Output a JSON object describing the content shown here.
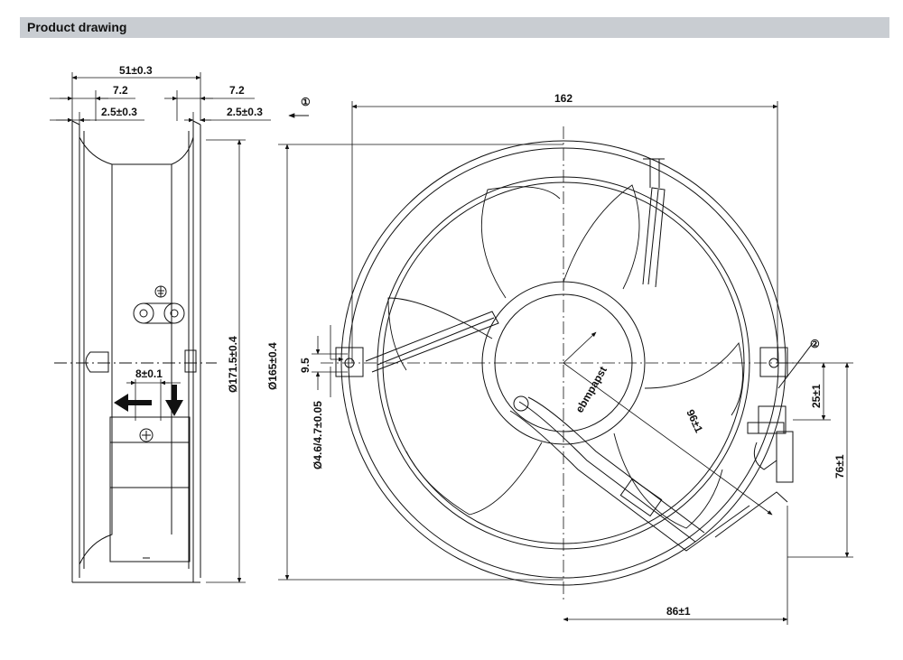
{
  "header": {
    "title": "Product drawing"
  },
  "colors": {
    "header_bg": "#c9cdd2",
    "line": "#111111",
    "background": "#ffffff"
  },
  "icons": [
    "earth-ground-icon",
    "flow-direction-arrow-icon",
    "rotation-direction-arrow-icon"
  ],
  "callouts": {
    "one": "①",
    "two": "②"
  },
  "side_view": {
    "overall_depth": "51±0.3",
    "left_flange": "7.2",
    "left_rim": "2.5±0.3",
    "right_flange": "7.2",
    "right_rim": "2.5±0.3",
    "arrow_spacing": "8±0.1",
    "height": "Ø171.5±0.4"
  },
  "front_view": {
    "width": "162",
    "diameter": "Ø165±0.4",
    "hole_pitch": "9.5",
    "hole_diameter": "Ø4.6/4.7±0.05",
    "radius": "96±1",
    "cable_offset_y": "25±1",
    "cable_offset_y2": "76±1",
    "cable_offset_x": "86±1",
    "hub_label": "ebmpapst"
  }
}
